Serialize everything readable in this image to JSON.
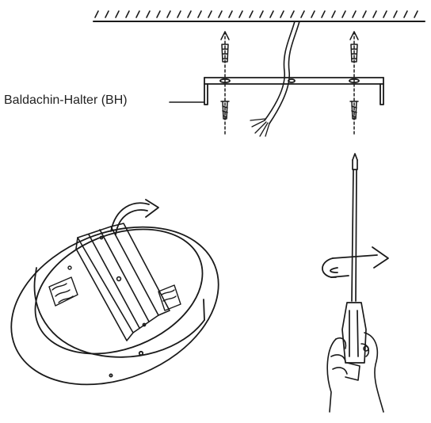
{
  "labels": {
    "bracket": "Baldachin-Halter (BH)"
  },
  "icons": {
    "ceiling": "ceiling-hatch",
    "bracket": "mounting-bracket",
    "canopy": "canopy-base",
    "rotate": "rotate-arrow-icon",
    "screwdriver": "screwdriver-icon",
    "hand": "hand-icon"
  },
  "colors": {
    "line": "#1a1a1a",
    "text": "#222222",
    "background": "#ffffff"
  }
}
